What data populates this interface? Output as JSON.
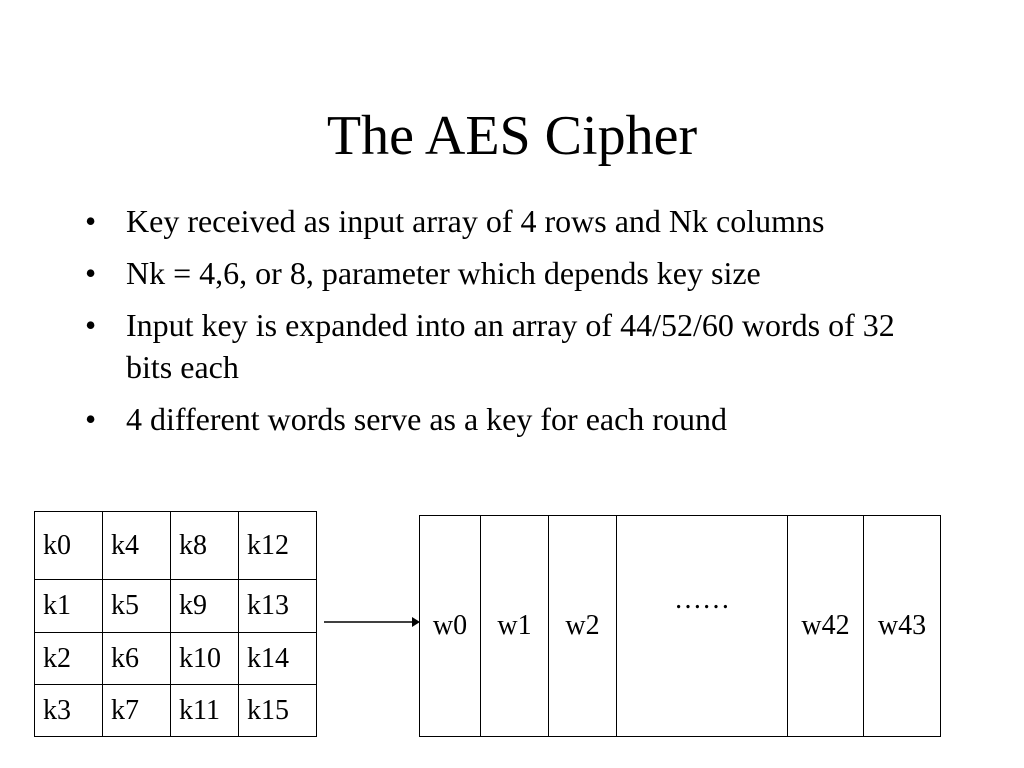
{
  "slide": {
    "title": "The AES Cipher",
    "bullet_glyph": "•",
    "bullets": [
      "Key received as input array of 4 rows and Nk columns",
      "Nk = 4,6, or 8, parameter which depends key size",
      "Input key is expanded into an array of 44/52/60 words of 32 bits each",
      "4 different words serve as a key for each round"
    ]
  },
  "key_grid": {
    "rows": [
      [
        "k0",
        "k4",
        "k8",
        "k12"
      ],
      [
        "k1",
        "k5",
        "k9",
        "k13"
      ],
      [
        "k2",
        "k6",
        "k10",
        "k14"
      ],
      [
        "k3",
        "k7",
        "k11",
        "k15"
      ]
    ]
  },
  "word_array": {
    "cells": [
      "w0",
      "w1",
      "w2",
      "……",
      "w42",
      "w43"
    ]
  }
}
